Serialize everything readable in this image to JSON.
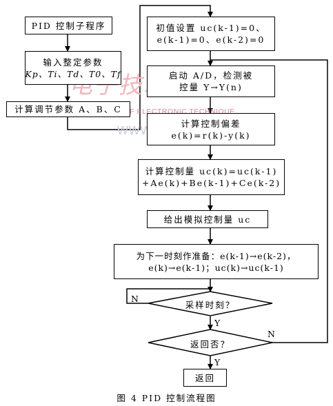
{
  "boxes": {
    "pid_program": "PID 控制子程序",
    "input_params_line1": "输入整定参数",
    "input_params_line2": "Kp、Ti、Td、T0、Tf",
    "calc_params": "计算调节参数 A、B、C",
    "init_line1": "初值设置 uc(k-1)=0、",
    "init_line2": "e(k-1)=0、e(k-2)=0",
    "start_ad_line1": "启动 A/D，检测被",
    "start_ad_line2": "控量 Y→Y(n)",
    "calc_error_line1": "计算控制偏差",
    "calc_error_line2": "e(k)=r(k)-y(k)",
    "calc_control_line1": "计算控制量 uc(k)=uc(k-1)",
    "calc_control_line2": "+Ae(k)+Be(k-1)+Ce(k-2)",
    "output_control": "给出模拟控制量 uc",
    "prepare_line1": "为下一时刻作准备：e(k-1)→e(k-2)，",
    "prepare_line2": "e(k)→e(k-1)；uc(k)→uc(k-1)",
    "return": "返回"
  },
  "decisions": {
    "sample_time": "采样时刻？",
    "return_q": "返回否？"
  },
  "labels": {
    "n1": "N",
    "y1": "Y",
    "n2": "N",
    "y2": "Y"
  },
  "caption": "图 4  PID 控制流程图",
  "watermark": {
    "cn": "电子技术应用",
    "en": "APPLICATION OF ELECTRONIC TECHNIQUE",
    "url": "www.chinaaet.com"
  }
}
